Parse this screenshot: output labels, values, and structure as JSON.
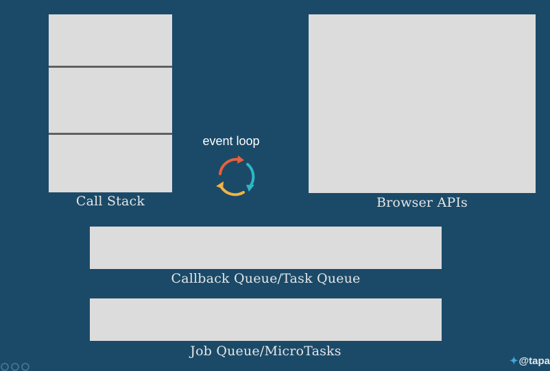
{
  "diagram": {
    "call_stack_label": "Call Stack",
    "browser_apis_label": "Browser APIs",
    "callback_queue_label": "Callback Queue/Task Queue",
    "job_queue_label": "Job Queue/MicroTasks",
    "event_loop_label": "event loop",
    "event_loop_icon": "cycle-arrows-icon",
    "arrow_colors": [
      "#e8613a",
      "#2eb6c4",
      "#f0b444"
    ],
    "box_color": "#dcdcdc",
    "background_color": "#1b4a68"
  },
  "watermark": {
    "icon": "twitter-bird-icon",
    "handle": "@tapa"
  }
}
